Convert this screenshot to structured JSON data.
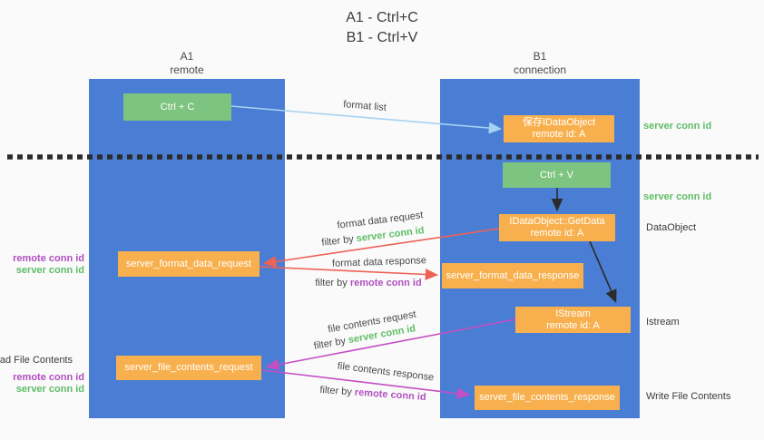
{
  "title": {
    "line1": "A1 - Ctrl+C",
    "line2": "B1 - Ctrl+V"
  },
  "columns": {
    "left": {
      "name": "A1",
      "role": "remote"
    },
    "right": {
      "name": "B1",
      "role": "connection"
    }
  },
  "boxes": {
    "ctrl_c": {
      "label": "Ctrl + C"
    },
    "save_dataobject": {
      "line1": "保存IDataObject",
      "line2": "remote id: A"
    },
    "ctrl_v": {
      "label": "Ctrl + V"
    },
    "getdata": {
      "line1": "IDataObject::GetData",
      "line2": "remote id: A"
    },
    "format_request": {
      "label": "server_format_data_request"
    },
    "format_response": {
      "label": "server_format_data_response"
    },
    "istream": {
      "line1": "IStream",
      "line2": "remote id: A"
    },
    "file_request": {
      "label": "server_file_contents_request"
    },
    "file_response": {
      "label": "server_file_contents_response"
    }
  },
  "arrow_labels": {
    "format_list": "format list",
    "format_data_request": "format data request",
    "format_data_response": "format data response",
    "file_contents_request": "file contents request",
    "file_contents_response": "file contents response",
    "filter_by": "filter by"
  },
  "ids": {
    "server": "server conn id",
    "remote": "remote conn id"
  },
  "side_labels": {
    "dataobject": "DataObject",
    "istream": "Istream",
    "write_file_contents": "Write File Contents",
    "read_file_contents": "Read File Contents"
  },
  "colors": {
    "background": "#fafafa",
    "lane_blue": "#4a7ed4",
    "box_green": "#7cc47f",
    "box_orange": "#f8b04e",
    "arrow_red": "#ee6155",
    "arrow_magenta": "#c44fc4",
    "arrow_lightblue": "#a5d2f0",
    "arrow_black": "#2b2b2b",
    "text_green": "#5fbd66",
    "text_purple": "#b14fc0",
    "text_dark": "#3b3b3b"
  }
}
